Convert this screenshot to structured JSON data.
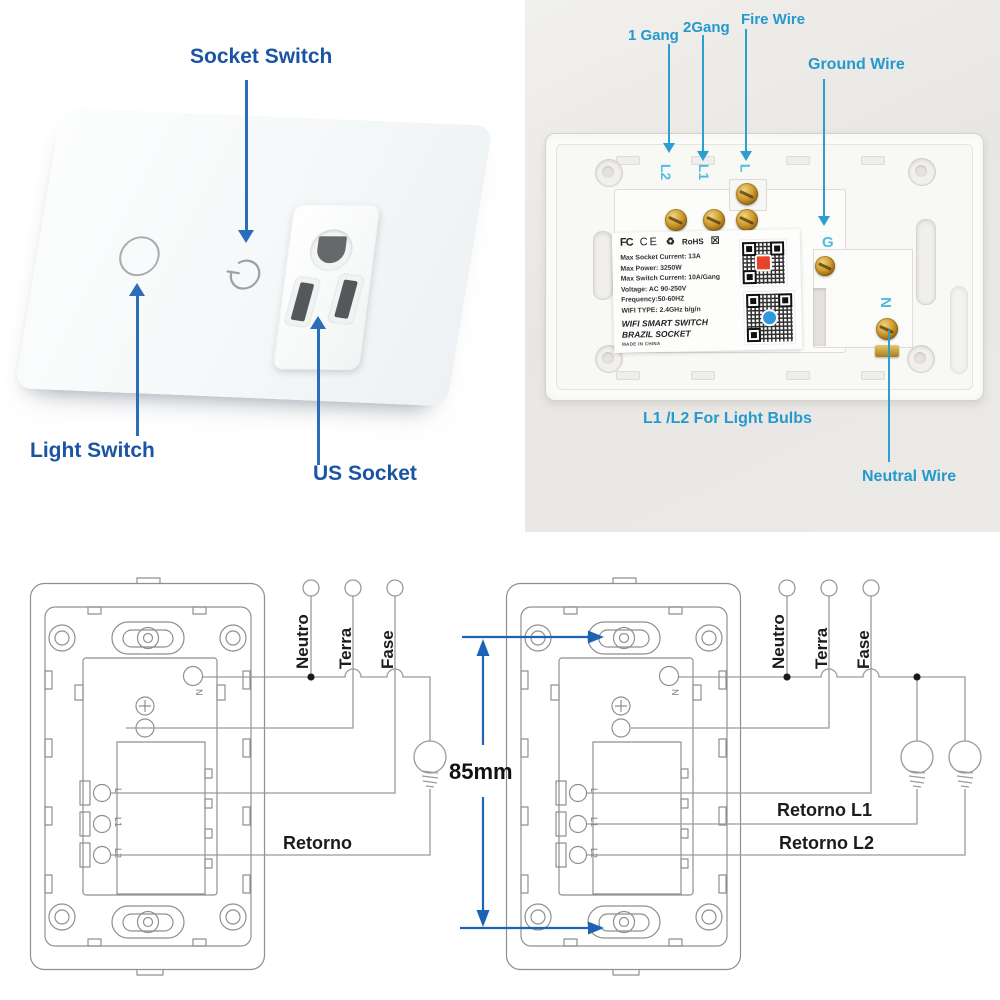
{
  "front_view": {
    "socket_switch_label": "Socket Switch",
    "light_switch_label": "Light Switch",
    "us_socket_label": "US Socket"
  },
  "back_view": {
    "gang1_label": "1 Gang",
    "gang2_label": "2Gang",
    "fire_wire_label": "Fire Wire",
    "ground_wire_label": "Ground Wire",
    "neutral_wire_label": "Neutral Wire",
    "bulbs_note": "L1 /L2 For Light Bulbs",
    "terminals": {
      "l2": "L2",
      "l1": "L1",
      "l": "L",
      "g": "G",
      "n": "N"
    },
    "sticker": {
      "certs": {
        "fcc": "FC",
        "ce": "CE",
        "recycle": "♻",
        "rohs": "RoHS",
        "weee": "☒"
      },
      "specs": [
        "Max Socket Current: 13A",
        "Max Power: 3250W",
        "Max Switch Current: 10A/Gang",
        "Voltage: AC 90-250V",
        "Frequency:50-60HZ",
        "WIFI TYPE: 2.4GHz b/g/n"
      ],
      "title1": "WIFI SMART SWITCH",
      "title2": "BRAZIL SOCKET",
      "made_in": "MADE IN CHINA"
    }
  },
  "diagram": {
    "neutro": "Neutro",
    "terra": "Terra",
    "fase": "Fase",
    "retorno": "Retorno",
    "retorno_l1": "Retorno L1",
    "retorno_l2": "Retorno L2",
    "dimension": "85mm",
    "n_terminal": "N",
    "t_l": "L",
    "t_l1": "L1",
    "t_l2": "L2"
  },
  "colors": {
    "dark_blue_accent": "#1a55a4",
    "cyan_accent": "#2599cd",
    "dimension_blue": "#1d63b5"
  }
}
